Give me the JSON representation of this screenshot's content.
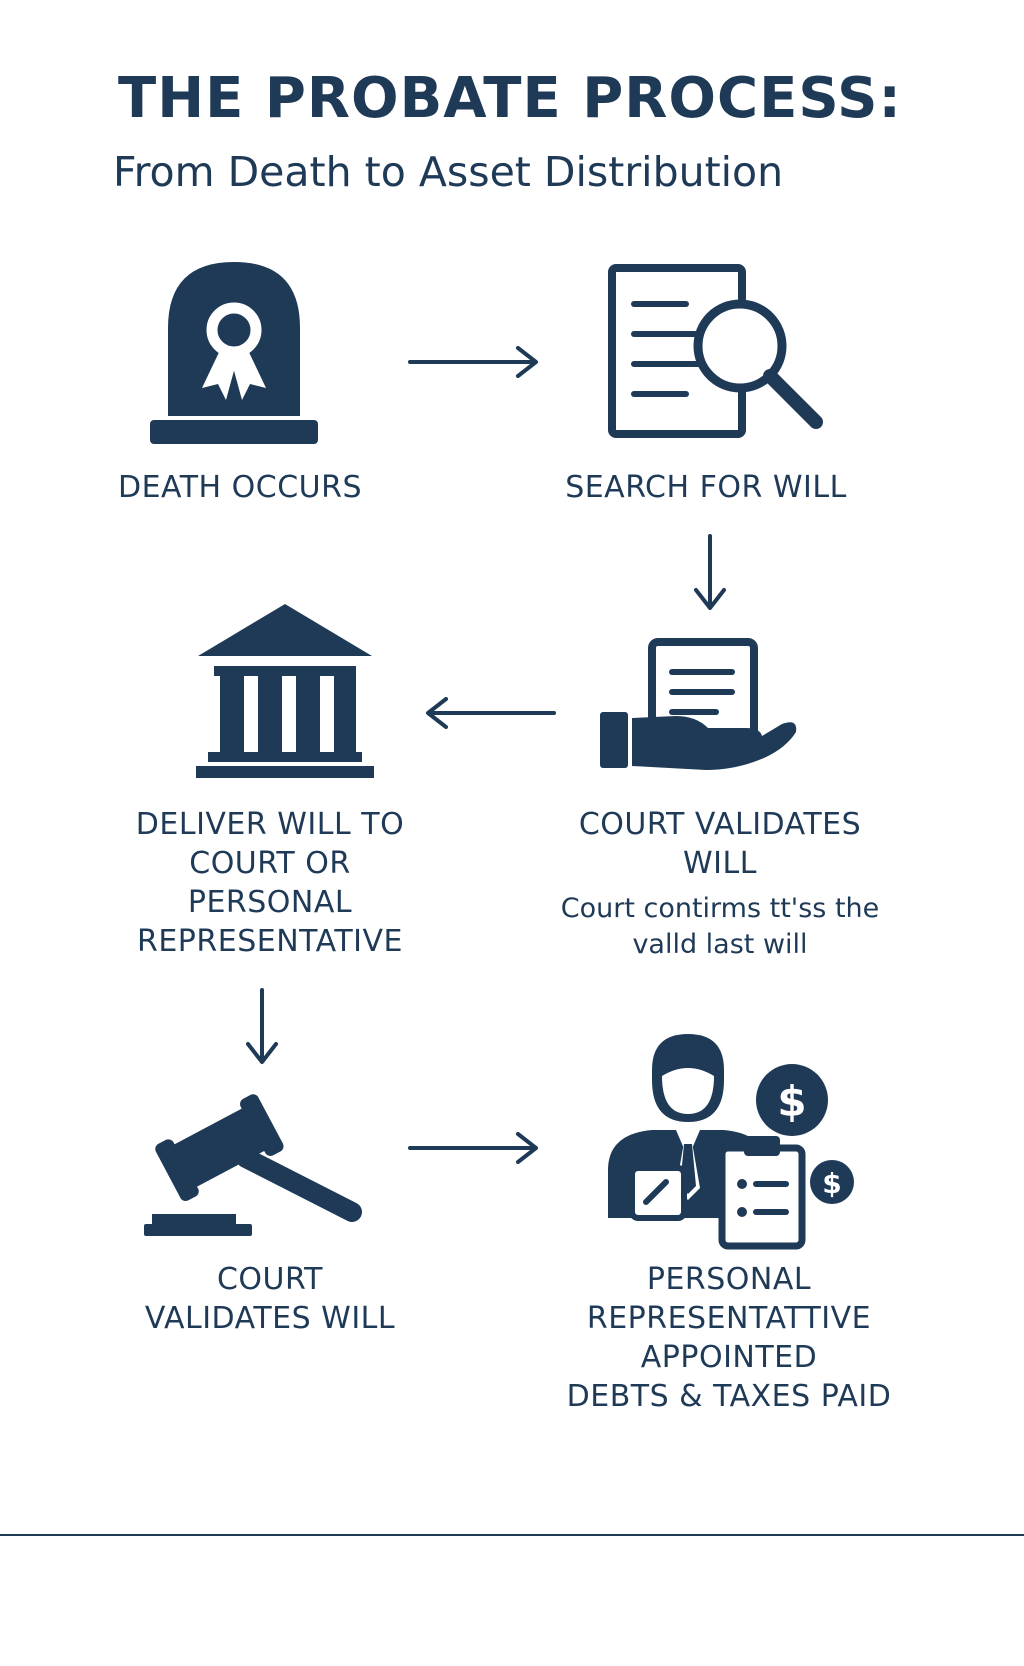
{
  "header": {
    "title": "THE PROBATE PROCESS:",
    "subtitle": "From Death to Asset Distribution"
  },
  "colors": {
    "primary": "#1f3a57",
    "background": "#ffffff"
  },
  "steps": [
    {
      "icon": "headstone-ribbon-icon",
      "lines": [
        "DEATH OCCURS"
      ]
    },
    {
      "icon": "document-magnifier-icon",
      "lines": [
        "SEARCH FOR WILL"
      ]
    },
    {
      "icon": "hand-document-icon",
      "lines": [
        "COURT VALIDATES",
        "WILL"
      ],
      "note": [
        "Court contirms tt'ss the",
        "valld last will"
      ]
    },
    {
      "icon": "courthouse-icon",
      "lines": [
        "DELIVER WILL TO",
        "COURT OR",
        "PERSONAL",
        "REPRESENTATIVE"
      ]
    },
    {
      "icon": "gavel-icon",
      "lines": [
        "COURT",
        "VALIDATES WILL"
      ]
    },
    {
      "icon": "representative-money-icon",
      "lines": [
        "PERSONAL",
        "REPRESENTATTIVE",
        "APPOINTED",
        "DEBTS & TAXES PAID"
      ]
    }
  ],
  "arrows": [
    "right",
    "down",
    "left",
    "down",
    "right"
  ]
}
